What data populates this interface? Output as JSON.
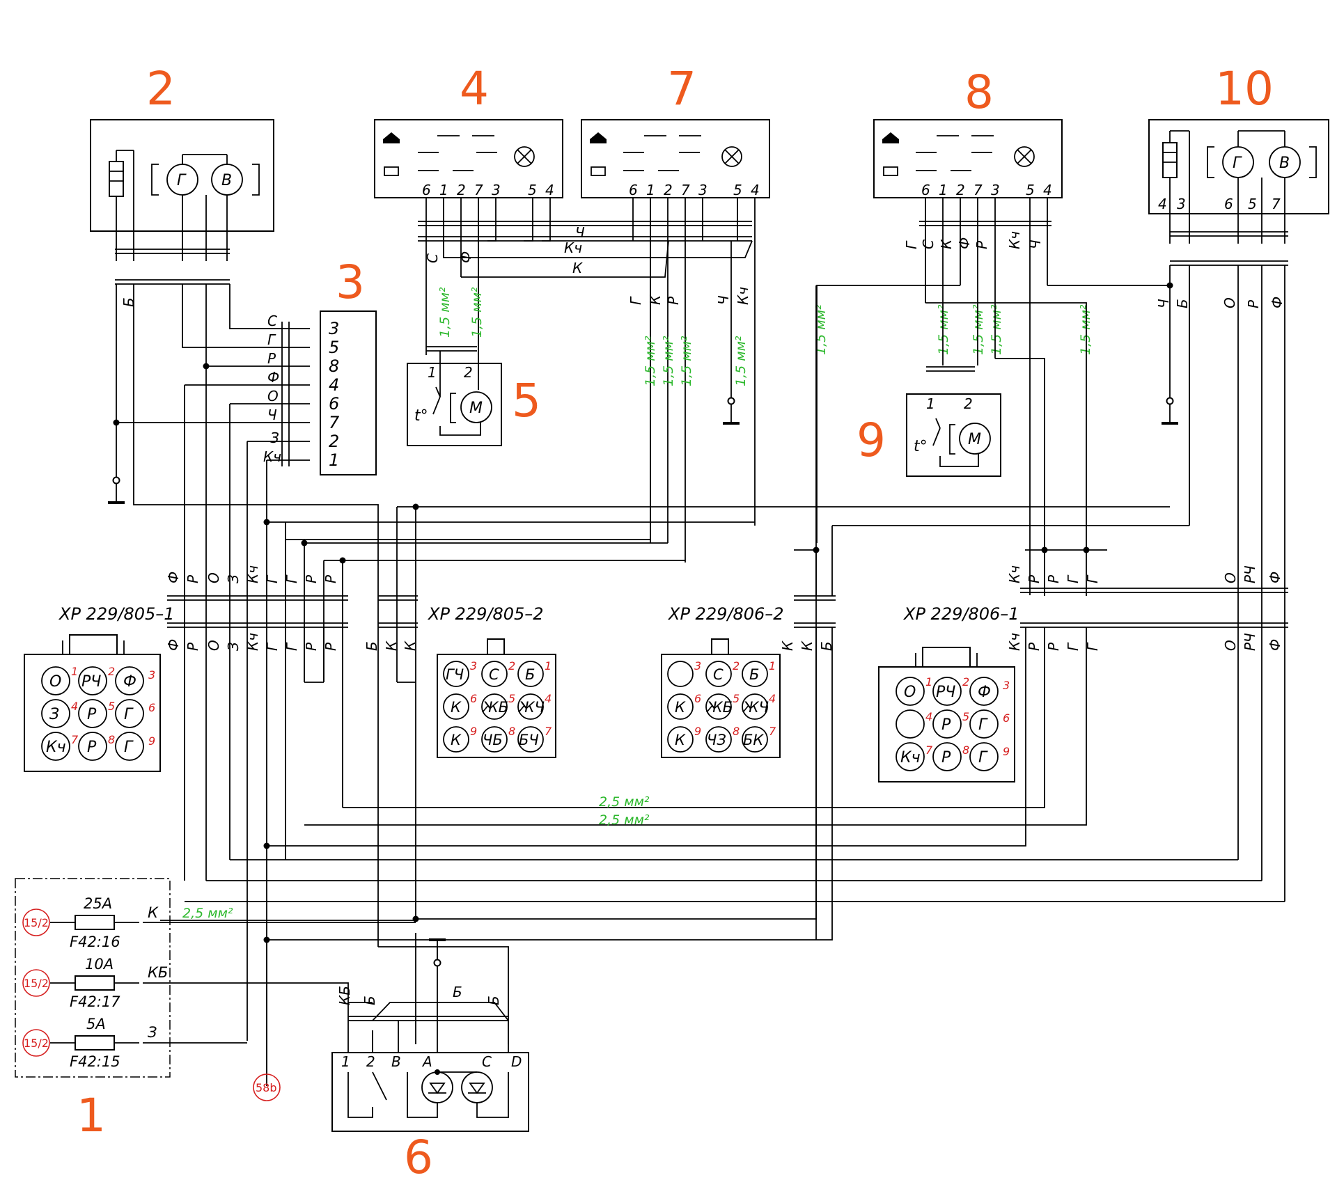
{
  "components": [
    "1",
    "2",
    "3",
    "4",
    "5",
    "6",
    "7",
    "8",
    "9",
    "10"
  ],
  "wire_labels": {
    "c2": [
      "Б"
    ],
    "c3_wires": [
      "С",
      "Г",
      "Р",
      "Ф",
      "О",
      "Ч",
      "З",
      "Кч"
    ],
    "c3_pins": [
      "3",
      "5",
      "8",
      "4",
      "6",
      "7",
      "2",
      "1"
    ],
    "c4_pins": [
      "6",
      "1",
      "2",
      "7",
      "3",
      "5",
      "4"
    ],
    "c4_out": [
      "С",
      "Ф"
    ],
    "c7_pins": [
      "6",
      "1",
      "2",
      "7",
      "3",
      "5",
      "4"
    ],
    "c7_out": [
      "Г",
      "К",
      "Р",
      "Ч",
      "Кч"
    ],
    "bus47": [
      "Ч",
      "Кч",
      "К"
    ],
    "c8_pins": [
      "6",
      "1",
      "2",
      "7",
      "3",
      "5",
      "4"
    ],
    "c8_out": [
      "Г",
      "С",
      "К",
      "Ф",
      "Р",
      "Кч",
      "Ч"
    ],
    "c10_pins": [
      "4",
      "3",
      "6",
      "5",
      "7"
    ],
    "c10_out": [
      "Ч",
      "Б",
      "О",
      "Р",
      "Ф"
    ],
    "m_pins": [
      "1",
      "2"
    ]
  },
  "sizes": {
    "s15": "1,5 мм²",
    "s25": "2,5 мм²"
  },
  "connectors": {
    "x805_1": {
      "name": "XP 229/805–1",
      "top": [
        "Ф",
        "Р",
        "О",
        "З",
        "Кч",
        "Г",
        "Г",
        "Р",
        "Р"
      ],
      "bottom": [
        "Ф",
        "Р",
        "О",
        "З",
        "Кч",
        "Г",
        "Г",
        "Р",
        "Р"
      ],
      "cells": [
        "О",
        "РЧ",
        "Ф",
        "З",
        "Р",
        "Г",
        "Кч",
        "Р",
        "Г"
      ],
      "nums": [
        "1",
        "2",
        "3",
        "4",
        "5",
        "6",
        "7",
        "8",
        "9"
      ]
    },
    "x805_2": {
      "name": "XP 229/805–2",
      "bottom": [
        "Б",
        "К",
        "К"
      ],
      "cells": [
        "ГЧ",
        "С",
        "Б",
        "К",
        "ЖБ",
        "ЖЧ",
        "К",
        "ЧБ",
        "БЧ"
      ],
      "nums": [
        "3",
        "2",
        "1",
        "6",
        "5",
        "4",
        "9",
        "8",
        "7"
      ]
    },
    "x806_2": {
      "name": "XP 229/806–2",
      "bottom": [
        "К",
        "К",
        "Б"
      ],
      "cells": [
        "",
        "С",
        "Б",
        "К",
        "ЖБ",
        "ЖЧ",
        "К",
        "ЧЗ",
        "БК"
      ],
      "nums": [
        "3",
        "2",
        "1",
        "6",
        "5",
        "4",
        "9",
        "8",
        "7"
      ]
    },
    "x806_1": {
      "name": "XP 229/806–1",
      "top": [
        "Кч",
        "Р",
        "Р",
        "Г",
        "Г",
        "О",
        "РЧ",
        "Ф"
      ],
      "bottom": [
        "Кч",
        "Р",
        "Р",
        "Г",
        "Г",
        "О",
        "РЧ",
        "Ф"
      ],
      "cells": [
        "О",
        "РЧ",
        "Ф",
        "",
        "Р",
        "Г",
        "Кч",
        "Р",
        "Г"
      ],
      "nums": [
        "1",
        "2",
        "3",
        "4",
        "5",
        "6",
        "7",
        "8",
        "9"
      ]
    }
  },
  "fuses": [
    {
      "rating": "25A",
      "id": "F42:16",
      "wire": "К",
      "supply": "15/2"
    },
    {
      "rating": "10A",
      "id": "F42:17",
      "wire": "КБ",
      "supply": "15/2"
    },
    {
      "rating": "5A",
      "id": "F42:15",
      "wire": "З",
      "supply": "15/2"
    }
  ],
  "terminal_58b": "58b",
  "motor": {
    "label": "M",
    "temp": "t°"
  },
  "c6": {
    "wires": [
      "КБ",
      "Б",
      "Б",
      "Б"
    ],
    "pins": [
      "1",
      "2",
      "B",
      "A",
      "C",
      "D"
    ]
  },
  "heater_panel_labels": {
    "g": "Г",
    "v": "В"
  },
  "colors": {
    "label": "#ee5a1e",
    "size": "#2db82d",
    "pin_ref": "#d62020",
    "line": "#000000"
  }
}
